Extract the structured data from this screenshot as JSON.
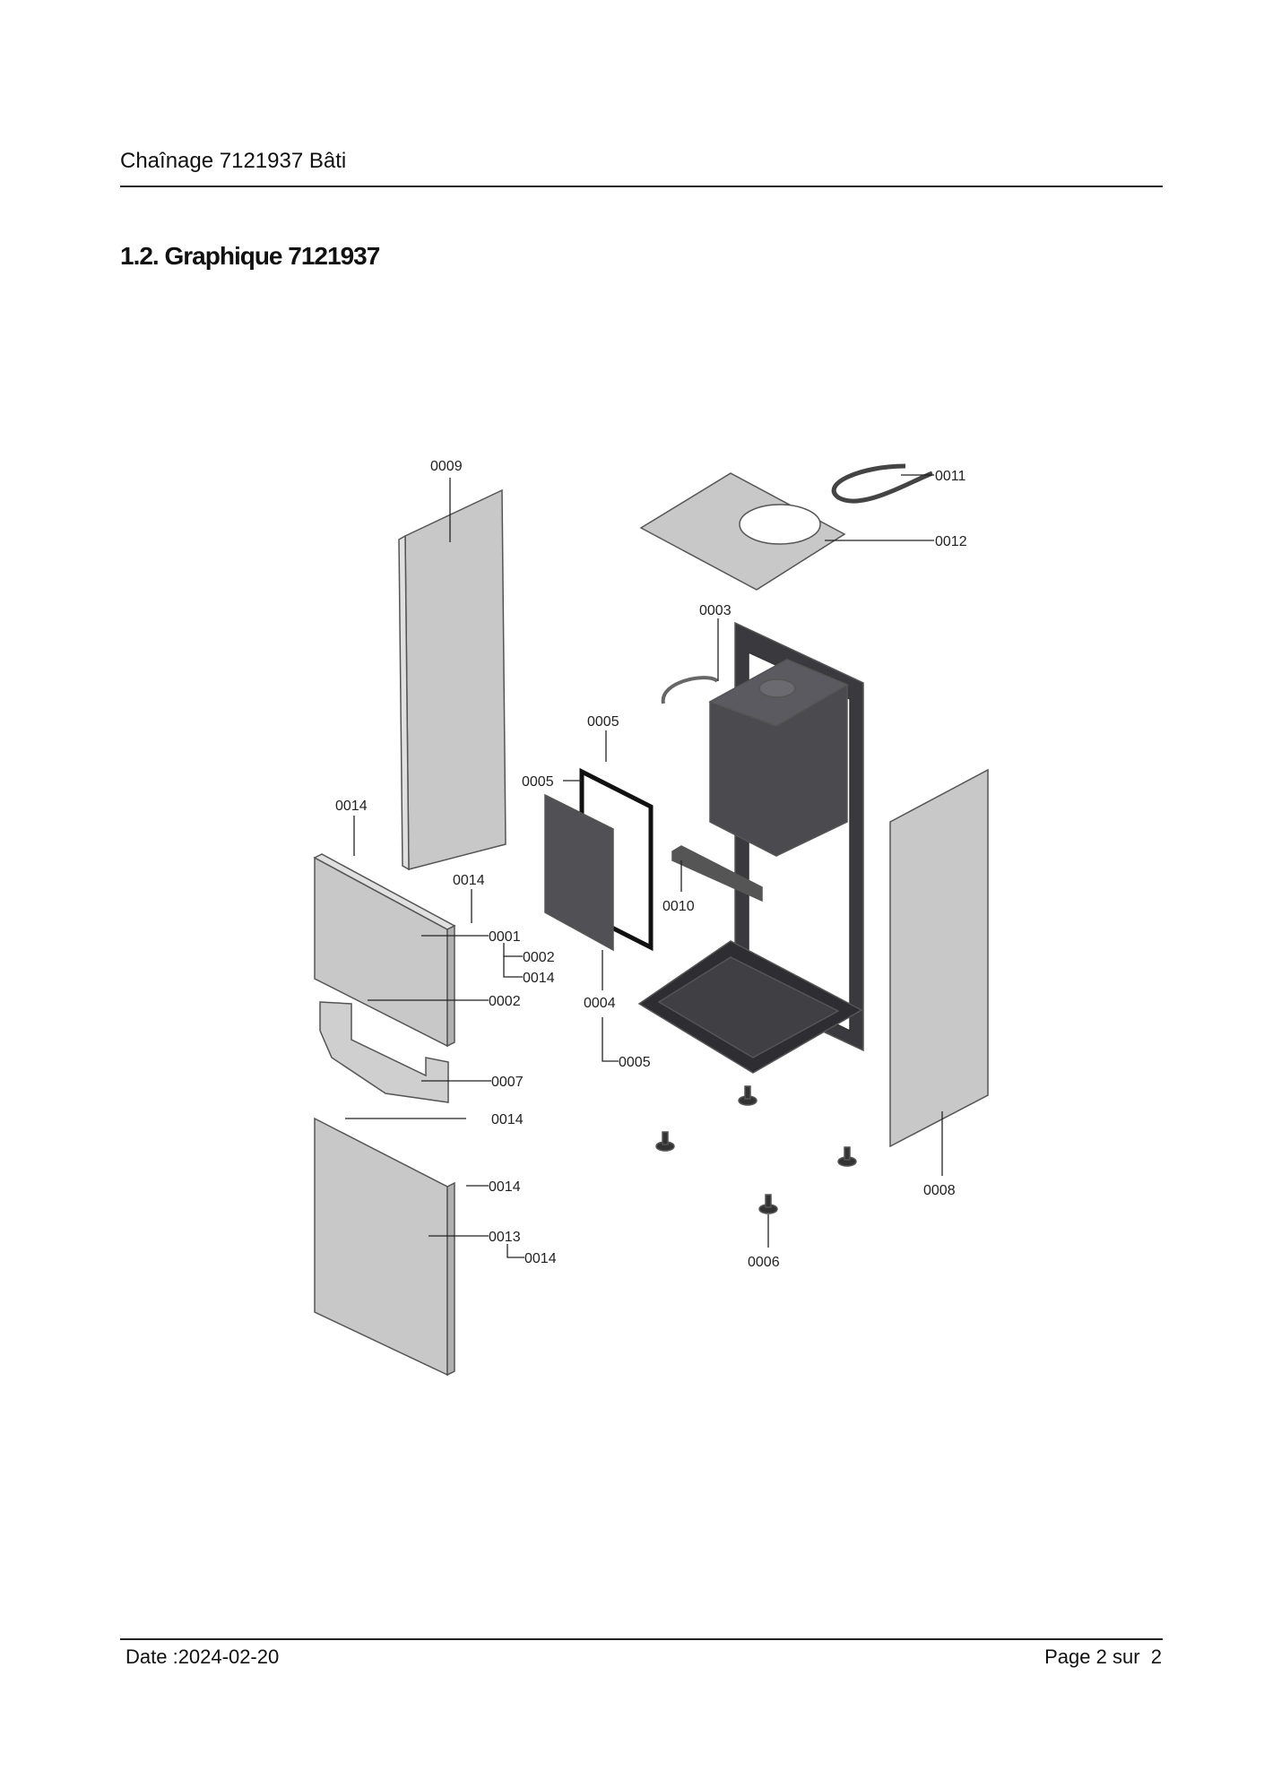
{
  "header": {
    "title": "Chaînage 7121937 Bâti"
  },
  "section": {
    "title": "1.2. Graphique 7121937"
  },
  "diagram": {
    "callouts": [
      "0009",
      "0011",
      "0012",
      "0003",
      "0005",
      "0005",
      "0014",
      "0014",
      "0001",
      "0002",
      "0014",
      "0002",
      "0004",
      "0005",
      "0007",
      "0014",
      "0014",
      "0013",
      "0014",
      "0010",
      "0008",
      "0006"
    ]
  },
  "footer": {
    "date": "Date :2024-02-20",
    "page": "Page 2 sur  2"
  }
}
